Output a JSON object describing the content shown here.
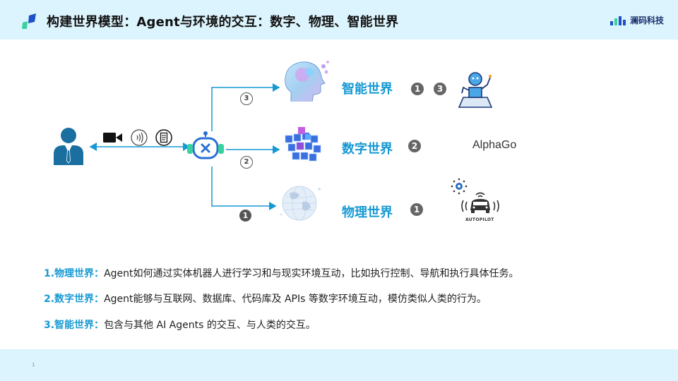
{
  "header": {
    "title": "构建世界模型：Agent与环境的交互：数字、物理、智能世界",
    "brand": "澜码科技",
    "background": "#dcf4fd",
    "accent": "#1699d3"
  },
  "diagram": {
    "branches": [
      {
        "label": "智能世界",
        "badges": [
          "1",
          "3"
        ],
        "path_number": "3",
        "icon": "ai-head-icon",
        "example_icon": "robot-icon"
      },
      {
        "label": "数字世界",
        "badges": [
          "2"
        ],
        "path_number": "2",
        "icon": "data-cubes-icon",
        "example_icon": "alphago-logo",
        "example_text": "AlphaGo"
      },
      {
        "label": "物理世界",
        "badges": [
          "1"
        ],
        "path_number": "1",
        "icon": "globe-icon",
        "example_icon": "autopilot-car-icon",
        "example_text": "AUTOPILOT"
      }
    ],
    "user_icon": "person-icon",
    "agent_icon": "robot-face-icon",
    "media_icons": [
      "video-camera-icon",
      "audio-icon",
      "document-icon"
    ]
  },
  "descriptions": [
    {
      "key": "1.物理世界：",
      "text": "Agent如何通过实体机器人进行学习和与现实环境互动，比如执行控制、导航和执行具体任务。"
    },
    {
      "key": "2.数字世界：",
      "text": "Agent能够与互联网、数据库、代码库及 APIs 等数字环境互动，模仿类似人类的行为。"
    },
    {
      "key": "3.智能世界：",
      "text": "包含与其他 AI Agents 的交互、与人类的交互。"
    }
  ],
  "footer": {
    "page_number": "1"
  }
}
